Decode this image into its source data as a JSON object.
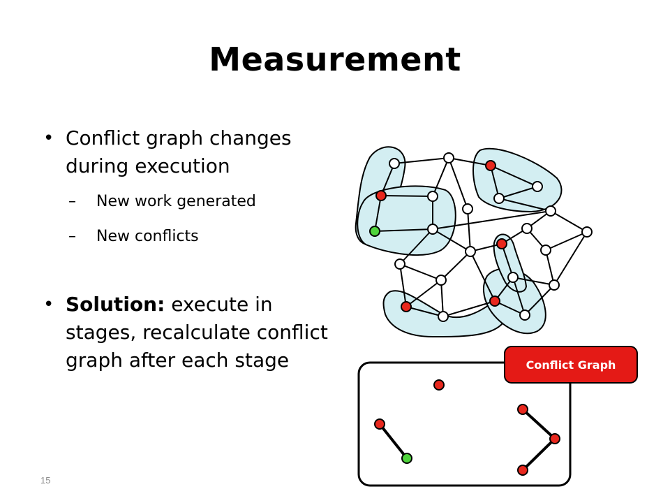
{
  "slide": {
    "title": "Measurement",
    "page_number": "15"
  },
  "bullets": [
    {
      "text": "Conflict graph changes during execution"
    },
    {
      "sub": "New work generated"
    },
    {
      "sub": "New conflicts"
    },
    {
      "bold_prefix": "Solution:",
      "text": " execute in stages, recalculate conflict graph after each stage"
    }
  ],
  "conflict_label": "Conflict Graph",
  "colors": {
    "region_fill": "#d3eef2",
    "node_default": "#ffffff",
    "node_conflict": "#e8281e",
    "node_start": "#4fd43c",
    "label_bg": "#e41a16"
  }
}
